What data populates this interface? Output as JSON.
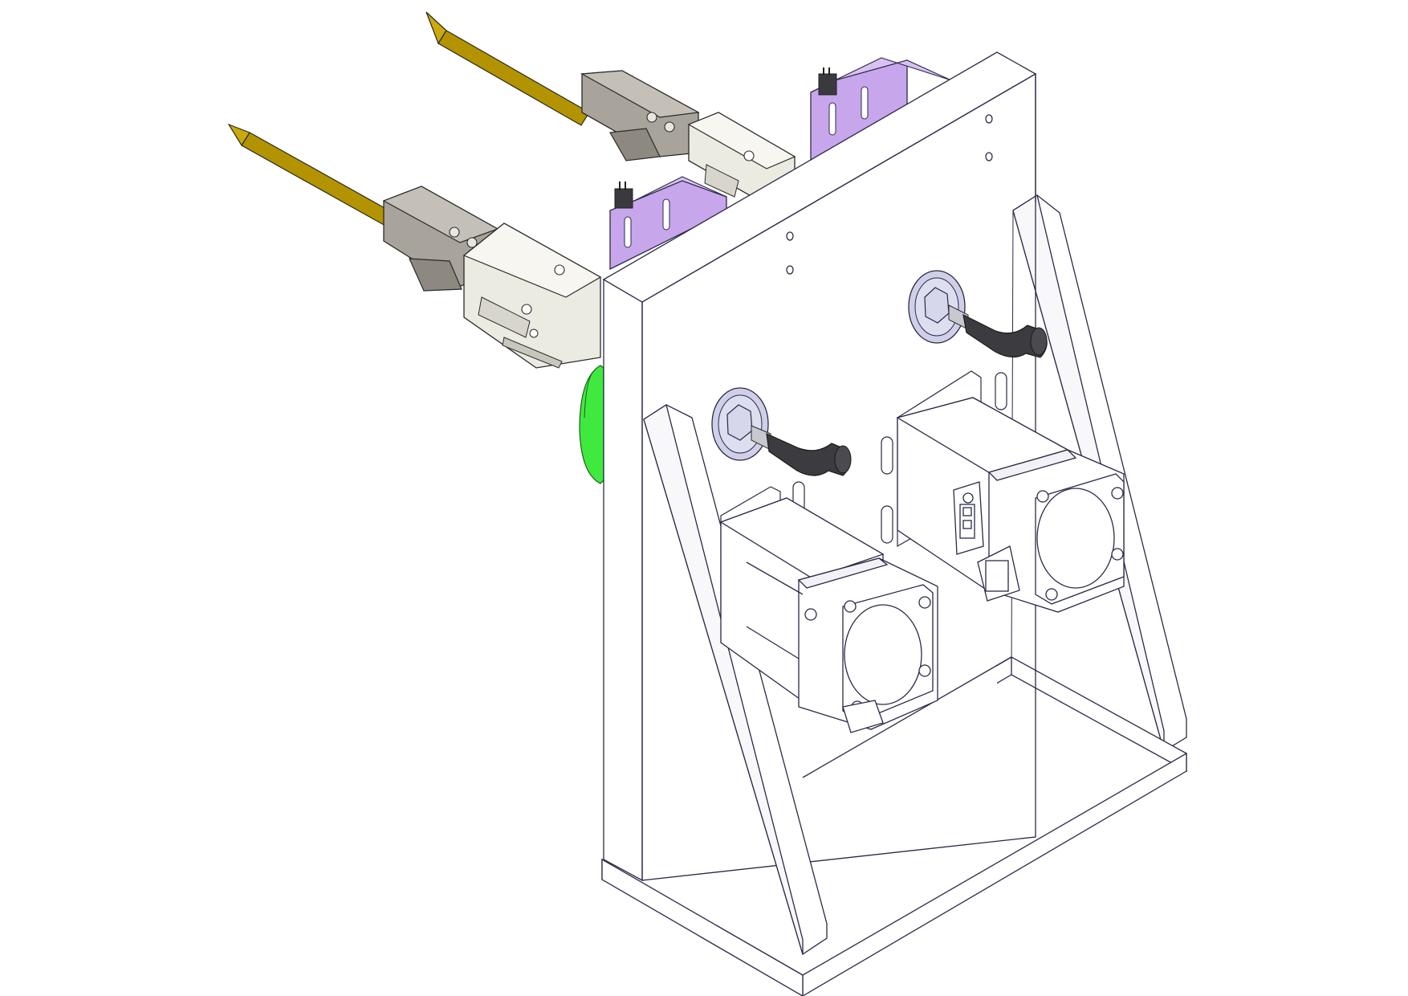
{
  "figure": {
    "kind": "isometric CAD line drawing",
    "texts": [],
    "colors": {
      "background": "#ffffff",
      "outline": "#2a2a48",
      "frame": "#ffffff",
      "frame_shadow": "#f6f6fa",
      "gripper_body": "#ecebe2",
      "gripper_jaw": "#a8a39b",
      "rod": "#b39400",
      "rod_tip": "#c9a90c",
      "bracket": "#c7a6ec",
      "flange": "#cfd0e8",
      "fitting": "#3c3c40",
      "motor": "#ffffff",
      "rotary_disc": "#3fea3f"
    },
    "icons": [
      "base-frame",
      "back-plate",
      "side-gusset-left",
      "side-gusset-right",
      "servo-motor",
      "pneumatic-gripper",
      "pin-rod",
      "mounting-bracket",
      "air-fitting",
      "rotary-disc"
    ],
    "counts": {
      "servo_motors": 2,
      "grippers": 2,
      "pin_rods": 2,
      "brackets": 2,
      "air_fittings": 2
    }
  }
}
